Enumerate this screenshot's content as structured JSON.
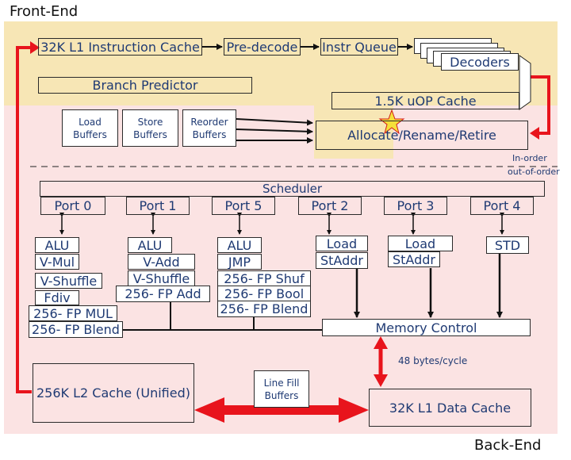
{
  "labels": {
    "front_end": "Front-End",
    "back_end": "Back-End",
    "in_order": "In-order",
    "out_of_order": "out-of-order",
    "bandwidth": "48 bytes/cycle"
  },
  "front_end": {
    "l1i": "32K L1 Instruction Cache",
    "predecode": "Pre-decode",
    "instr_queue": "Instr Queue",
    "decoders": "Decoders",
    "branch_predictor": "Branch Predictor",
    "uop_cache": "1.5K uOP Cache"
  },
  "buffers": {
    "load": "Load Buffers",
    "store": "Store Buffers",
    "reorder": "Reorder Buffers"
  },
  "allocate": "Allocate/Rename/Retire",
  "scheduler": "Scheduler",
  "ports": [
    "Port 0",
    "Port 1",
    "Port 5",
    "Port 2",
    "Port 3",
    "Port 4"
  ],
  "units": {
    "p0": [
      "ALU",
      "V-Mul",
      "V-Shuffle",
      "Fdiv",
      "256- FP MUL",
      "256- FP Blend"
    ],
    "p1": [
      "ALU",
      "V-Add",
      "V-Shuffle",
      "256- FP Add"
    ],
    "p5": [
      "ALU",
      "JMP",
      "256- FP Shuf",
      "256- FP Bool",
      "256- FP Blend"
    ],
    "p2": [
      "Load",
      "StAddr"
    ],
    "p3": [
      "Load",
      "StAddr"
    ],
    "p4": [
      "STD"
    ]
  },
  "memory_control": "Memory Control",
  "l2": "256K L2 Cache (Unified)",
  "line_fill": "Line Fill Buffers",
  "l1d": "32K L1 Data Cache",
  "colors": {
    "front_end_bg": "#f7e6b5",
    "back_end_bg": "#fbe3e3",
    "arrow_red": "#e8141c",
    "text_blue": "#1f3a73",
    "star": "#f5e03a"
  }
}
